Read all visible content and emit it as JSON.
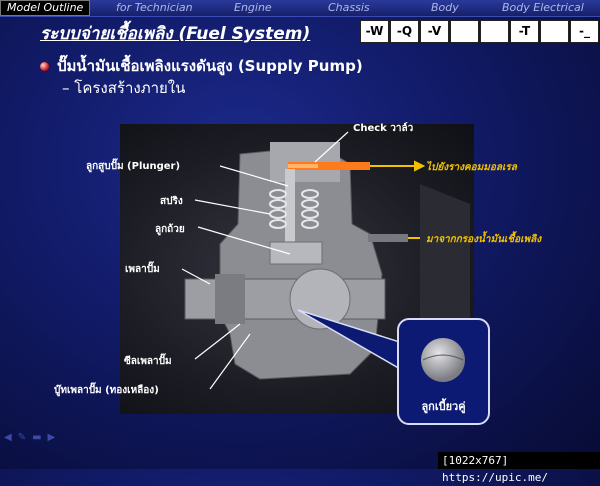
{
  "nav": {
    "tabs": [
      "Model Outline",
      "for Technician",
      "Engine",
      "Chassis",
      "Body",
      "Body Electrical"
    ]
  },
  "title": "ระบบจ่ายเชื้อเพลิง (Fuel System)",
  "codes": [
    "-W",
    "-Q",
    "-V",
    "",
    "",
    "-T",
    "",
    "-_"
  ],
  "bullet": "ปั๊มน้ำมันเชื้อเพลิงแรงดันสูง (Supply Pump)",
  "sub": "– โครงสร้างภายใน",
  "labels": {
    "check_valve": "Check วาล์ว",
    "plunger": "ลูกสูบปั๊ม (Plunger)",
    "spring": "สปริง",
    "cup": "ลูกถ้วย",
    "shaft": "เพลาปั๊ม",
    "seal": "ซีลเพลาปั๊ม",
    "bushing": "บู๊ทเพลาปั๊ม (ทองเหลือง)",
    "to_rail": "ไปยังรางคอมมอลเรล",
    "from_filter": "มาจากกรองน้ำมันเชื้อเพลิง",
    "cam": "ลูกเบี้ยวคู่"
  },
  "colors": {
    "accent_yellow": "#f2c200",
    "accent_orange": "#ff7a1a"
  },
  "watermark": "[1022x767] https://upic.me/",
  "footer_icons": [
    "back-icon",
    "pen-icon",
    "menu-icon",
    "forward-icon"
  ]
}
